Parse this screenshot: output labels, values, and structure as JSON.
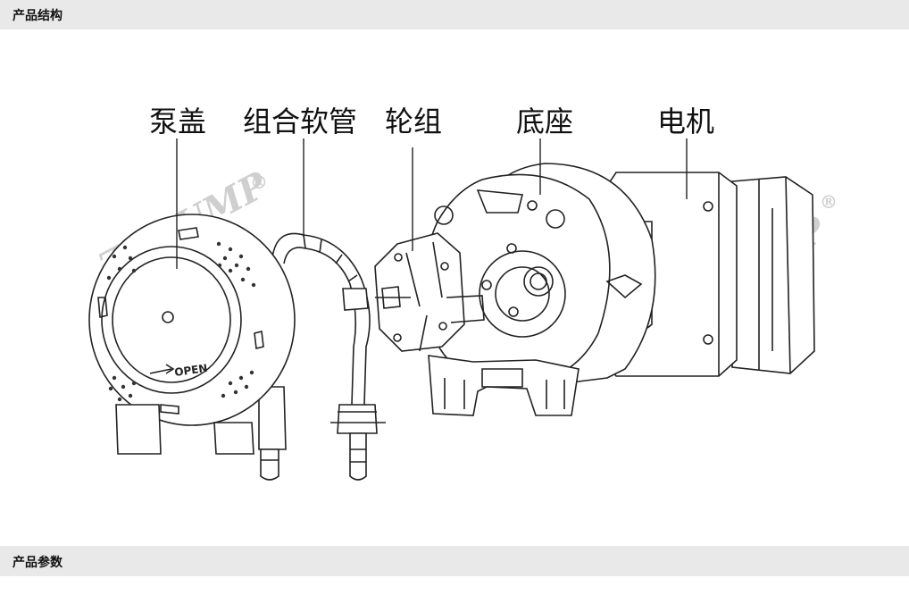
{
  "sections": {
    "structure_title": "产品结构",
    "params_title": "产品参数"
  },
  "figure": {
    "labels": {
      "pump_cover": "泵盖",
      "tube": "组合软管",
      "roller": "轮组",
      "base": "底座",
      "motor": "电机"
    },
    "watermark": "ZHPUMP",
    "watermark_mark": "®",
    "open_text": "OPEN"
  }
}
